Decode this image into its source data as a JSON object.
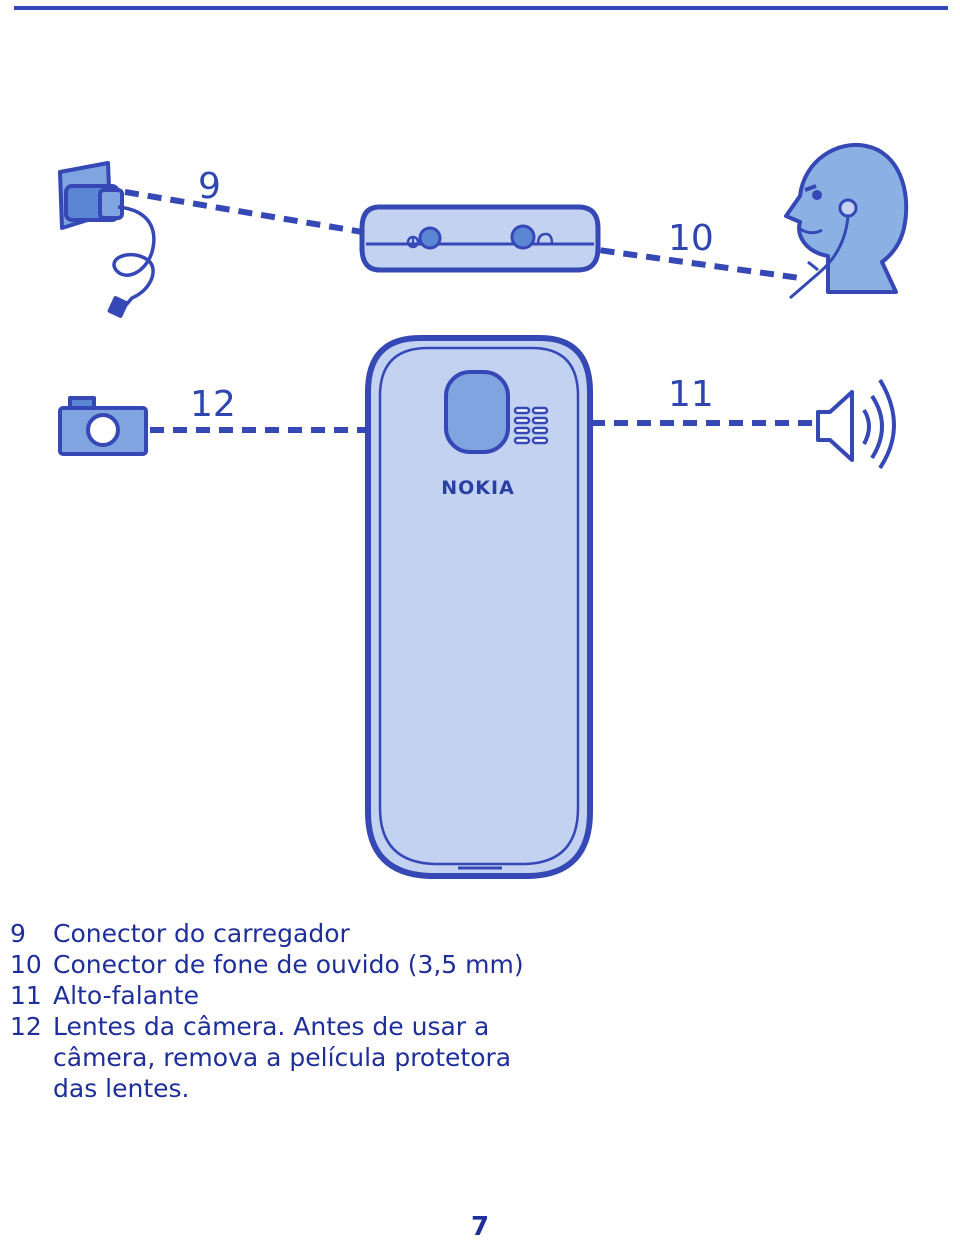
{
  "figure": {
    "callouts": [
      "9",
      "10",
      "11",
      "12"
    ],
    "brand_text": "NOKIA",
    "colors": {
      "outline": "#3548b5",
      "fill_light": "#c3d2f0",
      "fill_mid": "#7fa4e0",
      "fill_dark": "#5b86d4",
      "skin": "#8ab0e4"
    }
  },
  "legend": [
    {
      "num": "9",
      "text": "Conector do carregador"
    },
    {
      "num": "10",
      "text": "Conector de fone de ouvido (3,5 mm)"
    },
    {
      "num": "11",
      "text": "Alto-falante"
    },
    {
      "num": "12",
      "text": "Lentes da câmera. Antes de usar a câmera, remova a película protetora das lentes."
    }
  ],
  "page_number": "7"
}
